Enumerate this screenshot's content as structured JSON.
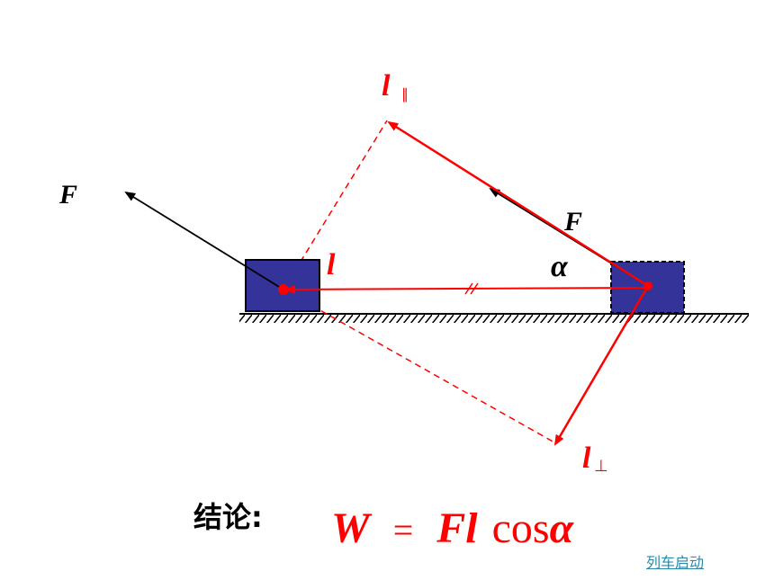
{
  "labels": {
    "force_left": "F",
    "force_right": "F",
    "displacement": "l",
    "parallel_main": "l",
    "parallel_sub": "∥",
    "perp_main": "l",
    "perp_sub": "⊥",
    "angle": "α"
  },
  "conclusion": {
    "label": "结论:",
    "formula": {
      "W": "W",
      "eq": "=",
      "F": "F",
      "l": "l",
      "cos": "cos",
      "alpha": "α"
    }
  },
  "link": {
    "label": "列车启动"
  },
  "colors": {
    "vector_red": "#ff0000",
    "block_fill": "#333399",
    "block_stroke": "#000000",
    "force_black": "#000000"
  }
}
